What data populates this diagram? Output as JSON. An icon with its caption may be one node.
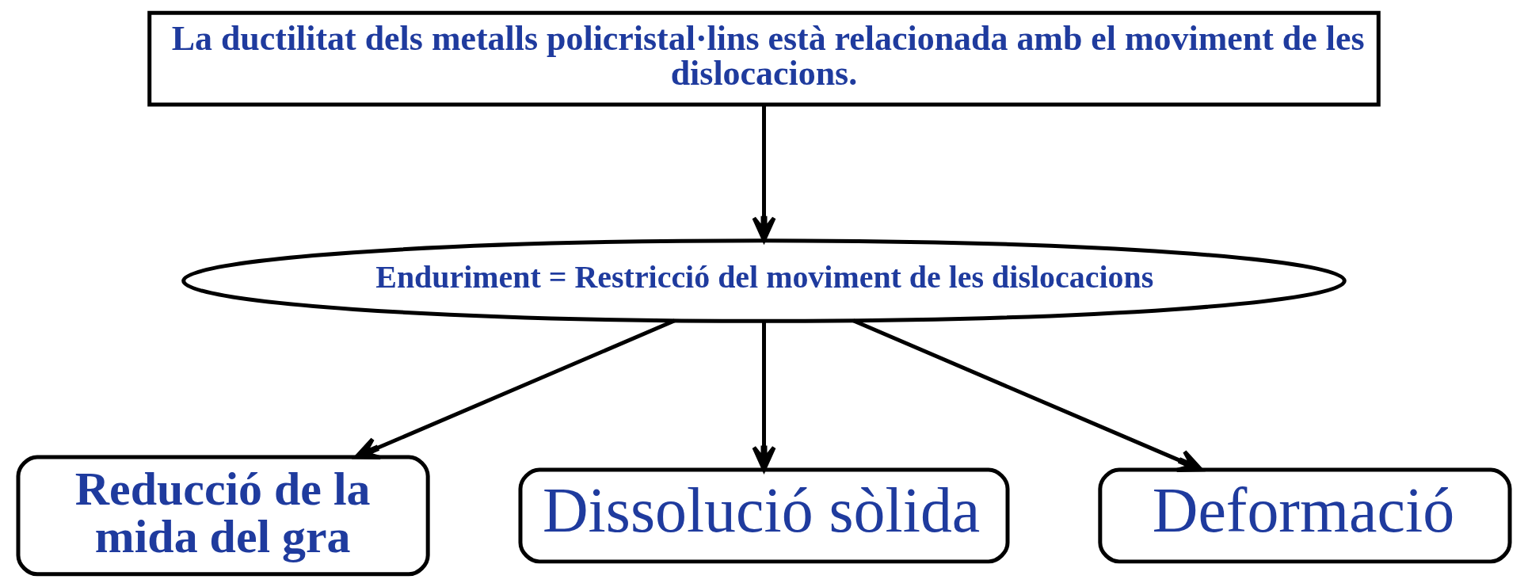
{
  "diagram": {
    "nodes": [
      {
        "text": [
          "La ductilitat dels metalls policristal·lins està relacionada amb el moviment de les dislocacions."
        ]
      },
      {
        "text": [
          "Enduriment = Restricció del moviment de les dislocacions"
        ]
      },
      {
        "text": [
          "Reducció de la mida del gra"
        ]
      },
      {
        "text": [
          "Dissolució sòlida"
        ]
      },
      {
        "text": [
          "Deformació"
        ]
      }
    ],
    "edges": [
      {
        "from": 0,
        "to": 1,
        "arrow": "to"
      },
      {
        "from": 1,
        "to": 2,
        "arrow": "to"
      },
      {
        "from": 1,
        "to": 3,
        "arrow": "to"
      },
      {
        "from": 1,
        "to": 4,
        "arrow": "to"
      }
    ]
  }
}
